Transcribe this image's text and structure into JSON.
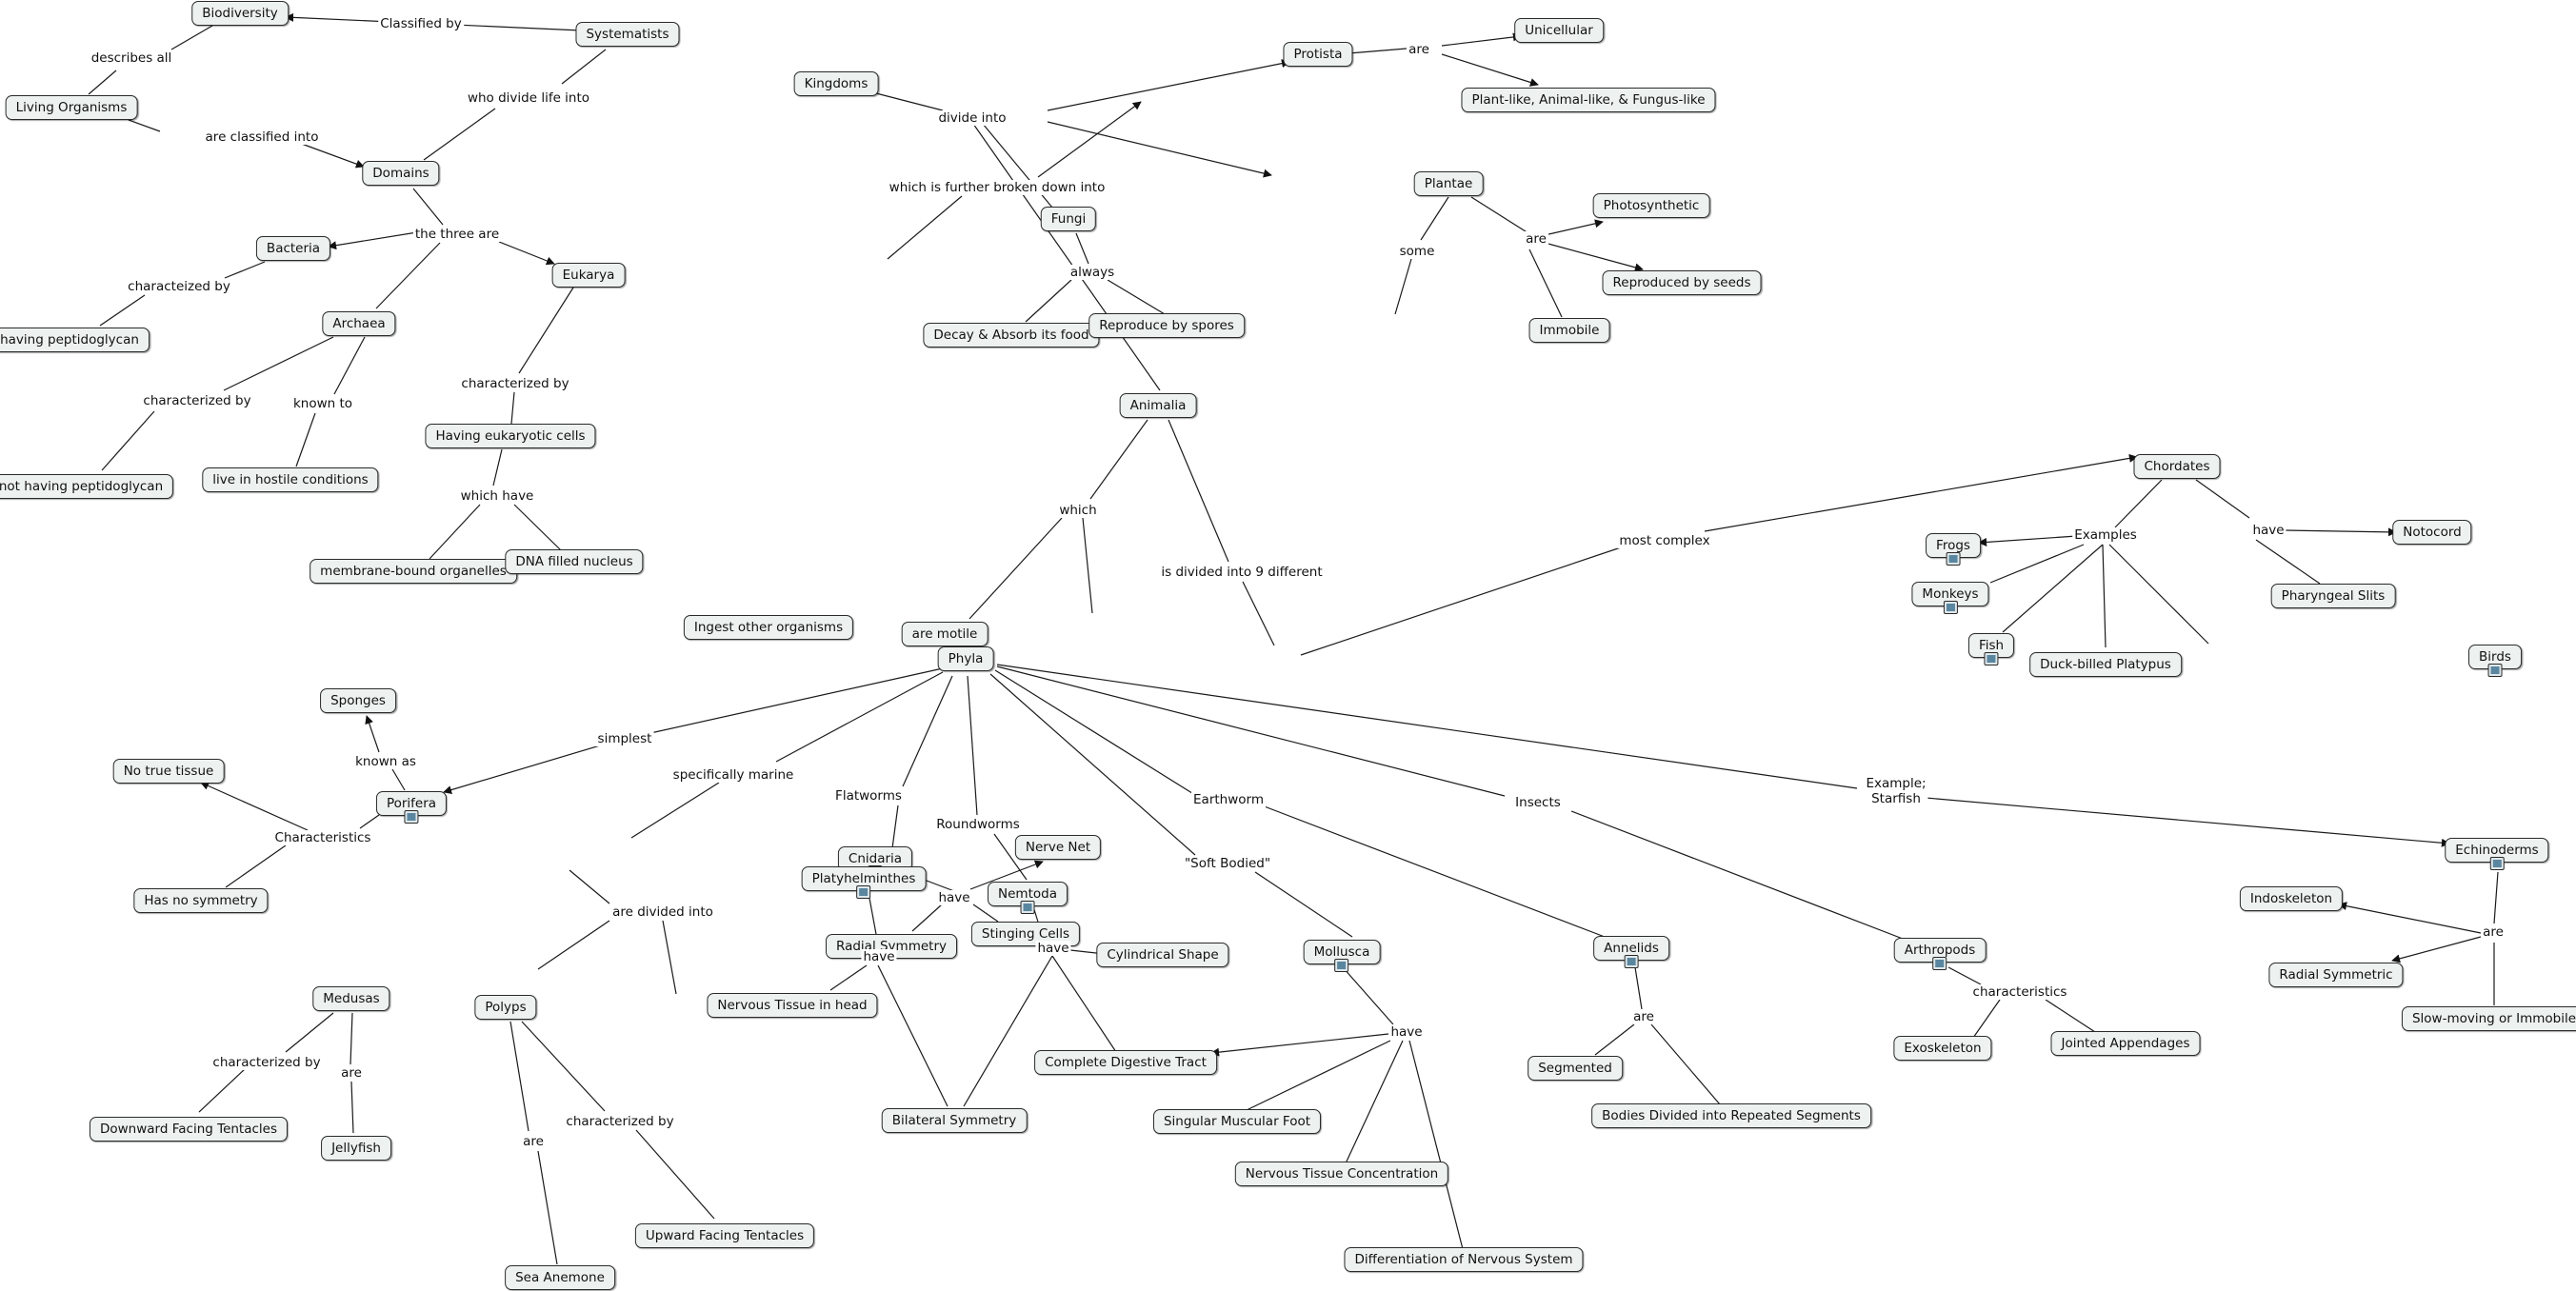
{
  "concepts": {
    "biodiversity": "Biodiversity",
    "systematists": "Systematists",
    "living_organisms": "Living Organisms",
    "domains": "Domains",
    "kingdoms": "Kingdoms",
    "protista": "Protista",
    "unicellular": "Unicellular",
    "plant_animal_fungus": "Plant-like, Animal-like, & Fungus-like",
    "plantae": "Plantae",
    "photosynthetic": "Photosynthetic",
    "reproduced_by_seeds": "Reproduced by seeds",
    "immobile": "Immobile",
    "fungi": "Fungi",
    "decay_absorb": "Decay & Absorb its food",
    "reproduce_spores": "Reproduce by spores",
    "bacteria": "Bacteria",
    "eukarya": "Eukarya",
    "archaea": "Archaea",
    "having_peptidoglycan": "having peptidoglycan",
    "not_having_peptidoglycan": "not having peptidoglycan",
    "hostile_conditions": "live in hostile conditions",
    "eukaryotic_cells": "Having eukaryotic cells",
    "membrane_organelles": "membrane-bound organelles",
    "dna_nucleus": "DNA filled nucleus",
    "animalia": "Animalia",
    "are_motile": "are motile",
    "ingest_organisms": "Ingest other organisms",
    "phyla": "Phyla",
    "chordates": "Chordates",
    "frogs": "Frogs",
    "monkeys": "Monkeys",
    "fish": "Fish",
    "platypus": "Duck-billed Platypus",
    "birds": "Birds",
    "notocord": "Notocord",
    "pharyngeal_slits": "Pharyngeal Slits",
    "sponges": "Sponges",
    "no_true_tissue": "No true tissue",
    "porifera": "Porifera",
    "no_symmetry": "Has no symmetry",
    "cnidaria": "Cnidaria",
    "nerve_net": "Nerve Net",
    "radial_symmetry": "Radial Symmetry",
    "stinging_cells": "Stinging Cells",
    "medusas": "Medusas",
    "polyps": "Polyps",
    "downward_tentacles": "Downward Facing Tentacles",
    "jellyfish": "Jellyfish",
    "sea_anemone": "Sea Anemone",
    "upward_tentacles": "Upward Facing Tentacles",
    "platyhelminthes": "Platyhelminthes",
    "nervous_tissue_head": "Nervous Tissue in head",
    "bilateral_symmetry": "Bilateral Symmetry",
    "nemtoda": "Nemtoda",
    "cylindrical_shape": "Cylindrical Shape",
    "complete_digestive": "Complete Digestive Tract",
    "mollusca": "Mollusca",
    "muscular_foot": "Singular Muscular Foot",
    "nervous_concentration": "Nervous Tissue Concentration",
    "differentiation_nervous": "Differentiation of Nervous System",
    "annelids": "Annelids",
    "segmented": "Segmented",
    "repeated_segments": "Bodies Divided into Repeated Segments",
    "arthropods": "Arthropods",
    "exoskeleton": "Exoskeleton",
    "jointed_appendages": "Jointed Appendages",
    "echinoderms": "Echinoderms",
    "indoskeleton": "Indoskeleton",
    "radial_symmetric": "Radial Symmetric",
    "slow_moving": "Slow-moving or Immobile"
  },
  "links": {
    "classified_by": "Classified by",
    "describes_all": "describes all",
    "who_divide": "who divide life into",
    "are_classified_into": "are classified into",
    "further_broken": "which is further broken down into",
    "divide_into": "divide into",
    "protista_are": "are",
    "plantae_are": "are",
    "some": "some",
    "always": "always",
    "three_are": "the three are",
    "characteized_by": "characteized by",
    "archaea_characterized": "characterized by",
    "known_to": "known to",
    "eukarya_characterized": "characterized by",
    "which_have": "which have",
    "which": "which",
    "nine_different": "is divided into 9 different",
    "most_complex": "most complex",
    "examples": "Examples",
    "have_chordates": "have",
    "simplest": "simplest",
    "known_as": "known as",
    "characteristics": "Characteristics",
    "specifically_marine": "specifically marine",
    "cnidaria_have": "have",
    "are_divided_into": "are divided into",
    "medusa_characterized": "characterized by",
    "medusa_are": "are",
    "polyps_are": "are",
    "polyps_characterized": "characterized by",
    "flatworms": "Flatworms",
    "platy_have": "have",
    "roundworms": "Roundworms",
    "nemtoda_have": "have",
    "soft_bodied": "\"Soft Bodied\"",
    "mollusca_have": "have",
    "earthworm": "Earthworm",
    "annelids_are": "are",
    "insects": "Insects",
    "arthropod_characteristics": "characteristics",
    "example_line1": "Example;",
    "example_line2": "Starfish",
    "echinoderms_are": "are"
  }
}
